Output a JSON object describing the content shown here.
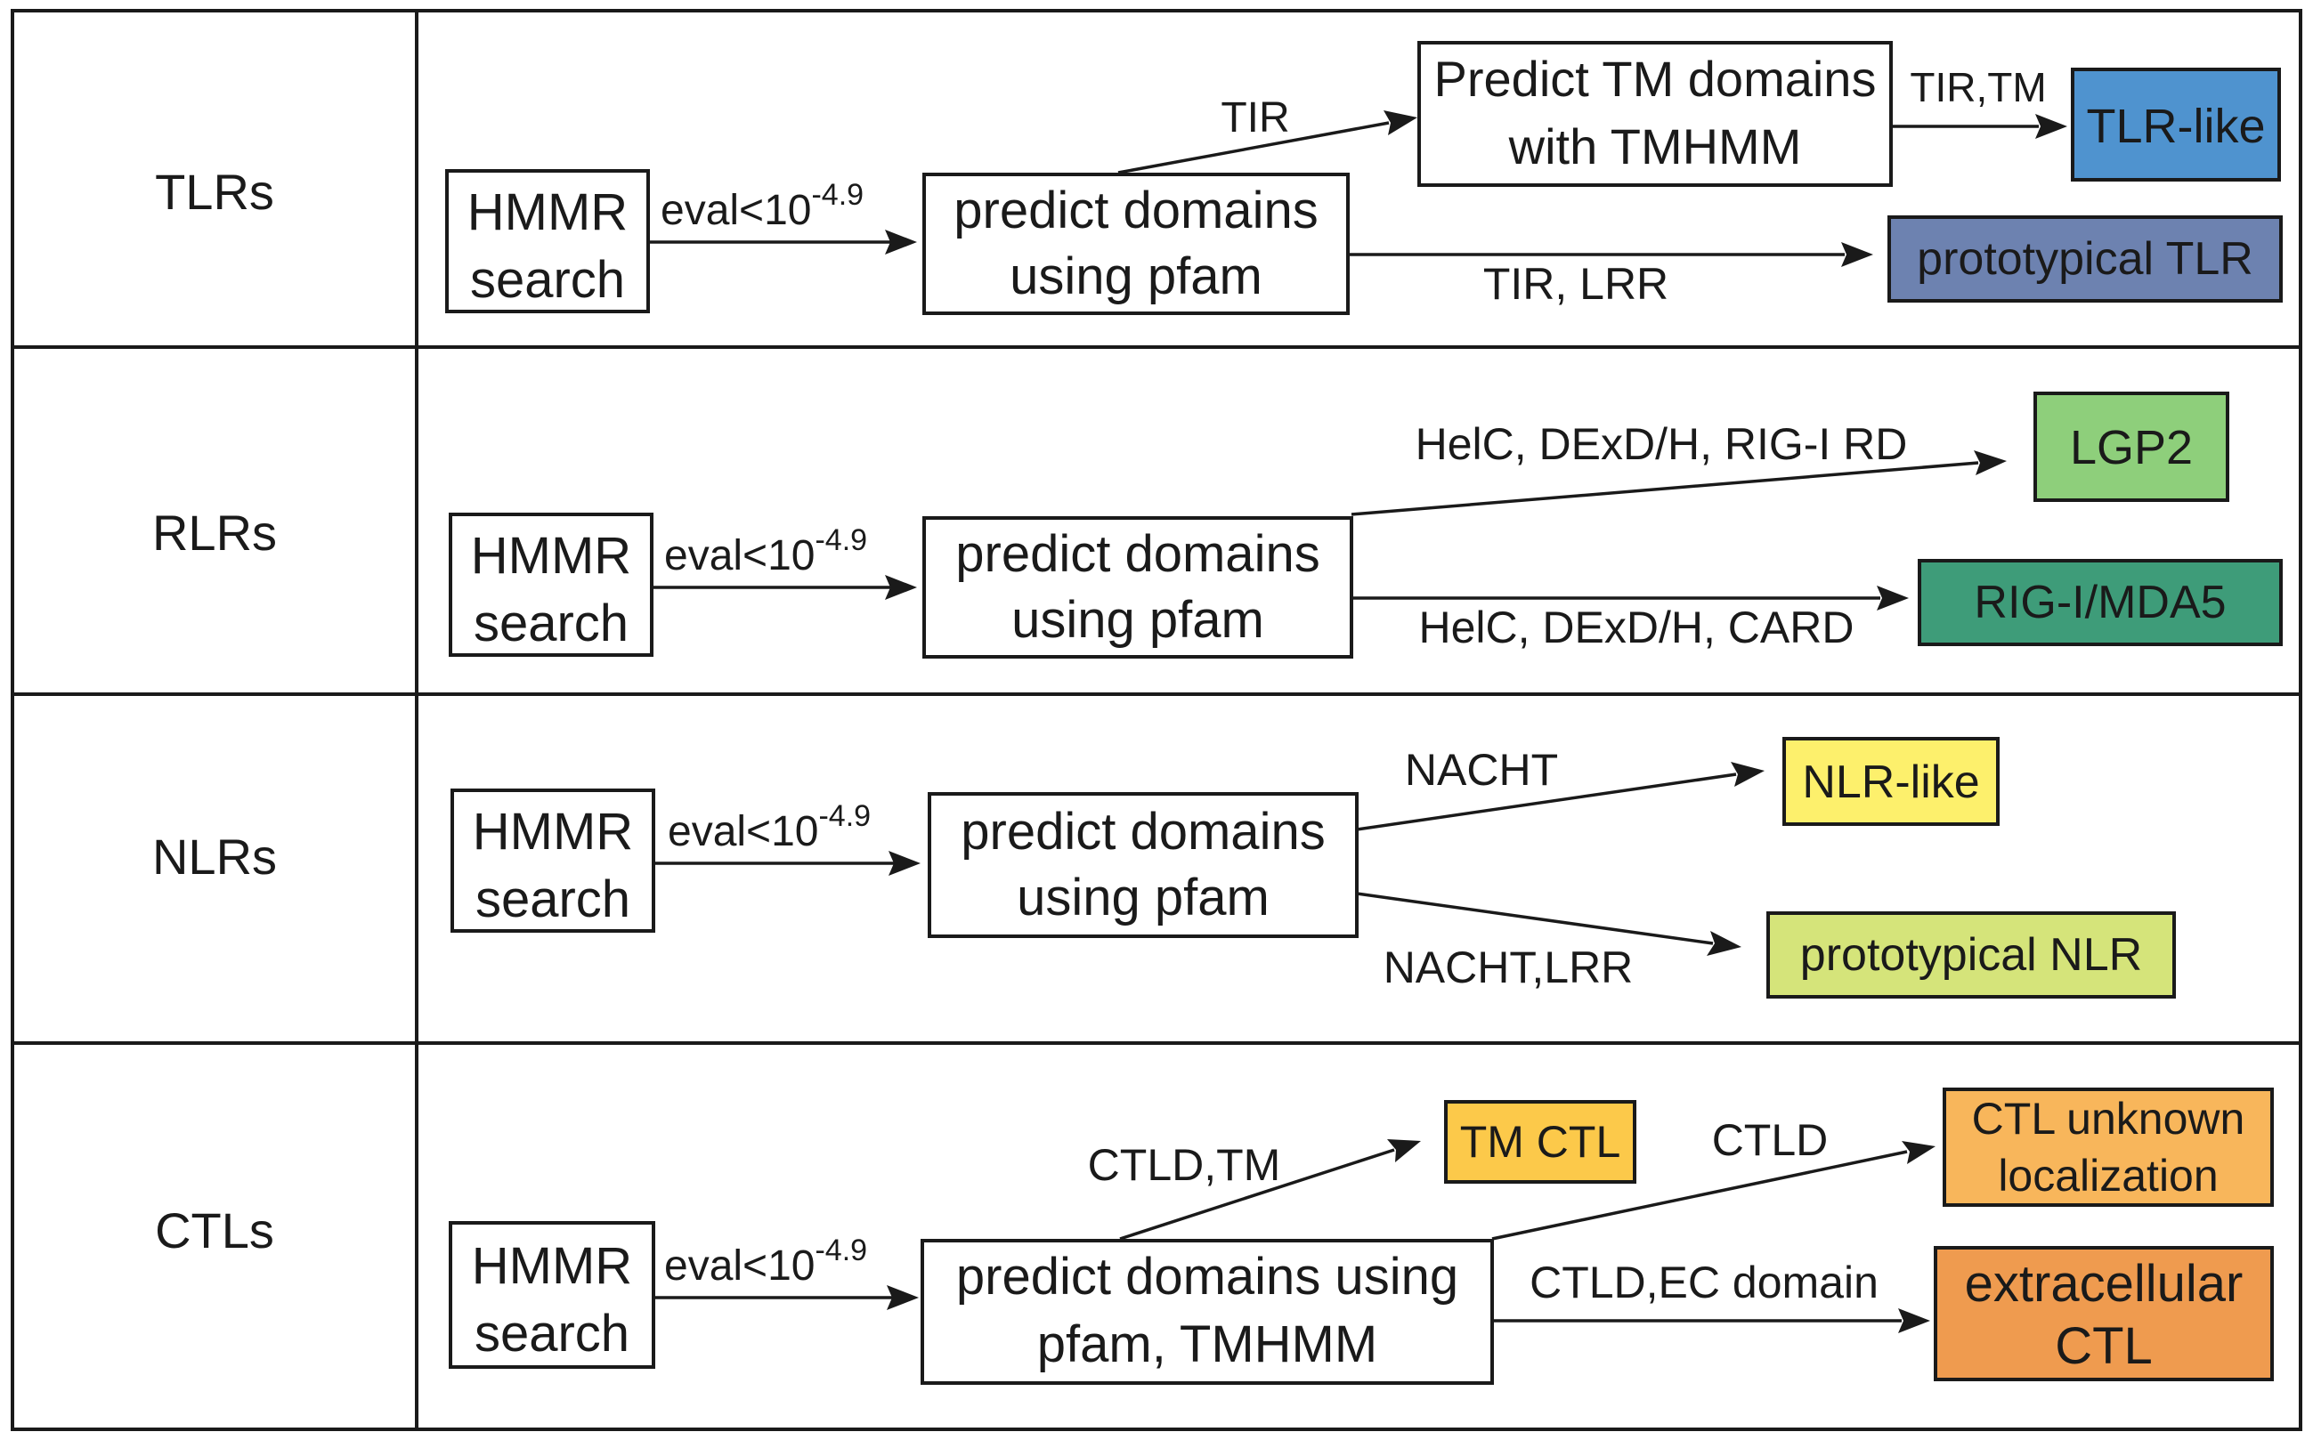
{
  "colors": {
    "tlr_like": "#4f93cf",
    "prototypical_tlr": "#6d82b0",
    "lgp2": "#8ecf7b",
    "rig_mda5": "#3e9c79",
    "nlr_like": "#fdf06c",
    "prototypical_nlr": "#d5e47a",
    "tm_ctl": "#fcc94a",
    "ctl_unknown": "#f8b65b",
    "extracellular_ctl": "#ef9b4f"
  },
  "rows": {
    "tlrs": {
      "label": "TLRs",
      "search": [
        "HMMR",
        "search"
      ],
      "eval": {
        "base": "eval<10",
        "exp": "-4.9"
      },
      "predict": [
        "predict domains",
        "using pfam"
      ],
      "tmhmm": [
        "Predict TM domains",
        "with TMHMM"
      ],
      "edge_tir": "TIR",
      "edge_tir_tm": "TIR,TM",
      "edge_tir_lrr": "TIR, LRR",
      "out_tlr_like": "TLR-like",
      "out_prototypical": "prototypical TLR"
    },
    "rlrs": {
      "label": "RLRs",
      "search": [
        "HMMR",
        "search"
      ],
      "eval": {
        "base": "eval<10",
        "exp": "-4.9"
      },
      "predict": [
        "predict domains",
        "using pfam"
      ],
      "edge_lgp2": "HelC, DExD/H, RIG-I RD",
      "edge_rig": "HelC, DExD/H, CARD",
      "out_lgp2": "LGP2",
      "out_rig": "RIG-I/MDA5"
    },
    "nlrs": {
      "label": "NLRs",
      "search": [
        "HMMR",
        "search"
      ],
      "eval": {
        "base": "eval<10",
        "exp": "-4.9"
      },
      "predict": [
        "predict domains",
        "using pfam"
      ],
      "edge_nacht": "NACHT",
      "edge_nacht_lrr": "NACHT,LRR",
      "out_nlr_like": "NLR-like",
      "out_prototypical": "prototypical NLR"
    },
    "ctls": {
      "label": "CTLs",
      "search": [
        "HMMR",
        "search"
      ],
      "eval": {
        "base": "eval<10",
        "exp": "-4.9"
      },
      "predict": [
        "predict domains using",
        "pfam, TMHMM"
      ],
      "edge_ctld_tm": "CTLD,TM",
      "edge_ctld": "CTLD",
      "edge_ctld_ec": "CTLD,EC domain",
      "out_tm_ctl": "TM CTL",
      "out_unknown": [
        "CTL unknown",
        "localization"
      ],
      "out_extracellular": [
        "extracellular",
        "CTL"
      ]
    }
  }
}
